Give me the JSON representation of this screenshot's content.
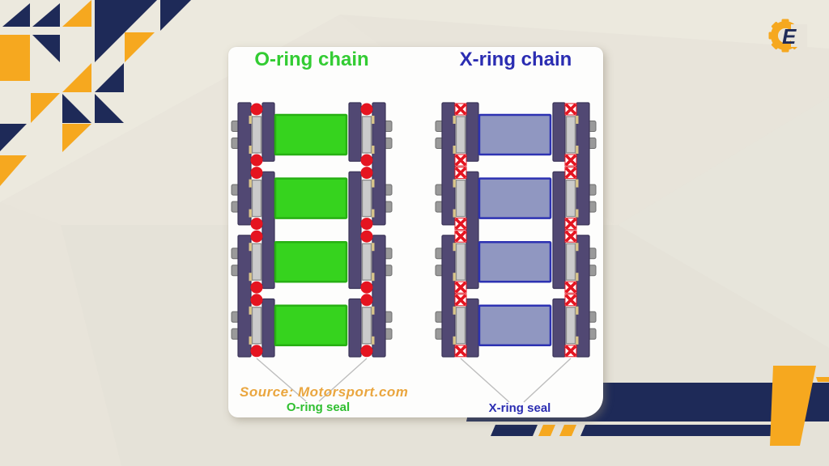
{
  "header": {
    "logo_letter": "E"
  },
  "card": {
    "title_left": "O-ring chain",
    "title_right": "X-ring chain",
    "source_credit": "Source: Motorsport.com",
    "label_left": "O-ring seal",
    "label_right": "X-ring seal"
  },
  "colors": {
    "background": "#e8e4da",
    "navy": "#1e2a58",
    "yellow": "#f6a81f",
    "card_bg": "#fdfdfc",
    "title_green": "#33cc33",
    "title_blue": "#2b2db2",
    "source_orange": "#eaa63f",
    "label_green": "#2fbf30",
    "label_blue": "#2b2db2",
    "plate_purple": "#514873",
    "plate_outline": "#3b3458",
    "pin_gray": "#9a9a9a",
    "pin_outline": "#6d6d6d",
    "bushing_gray": "#cbcbcb",
    "bushing_outline": "#8a8a8a",
    "washer_tan": "#d9c58a",
    "seal_red": "#e51420",
    "roller_green": "#36d31e",
    "roller_green_outline": "#27b013",
    "roller_blue": "#9097c1",
    "roller_blue_outline": "#2d32b2",
    "leader_gray": "#bdbdbd"
  }
}
